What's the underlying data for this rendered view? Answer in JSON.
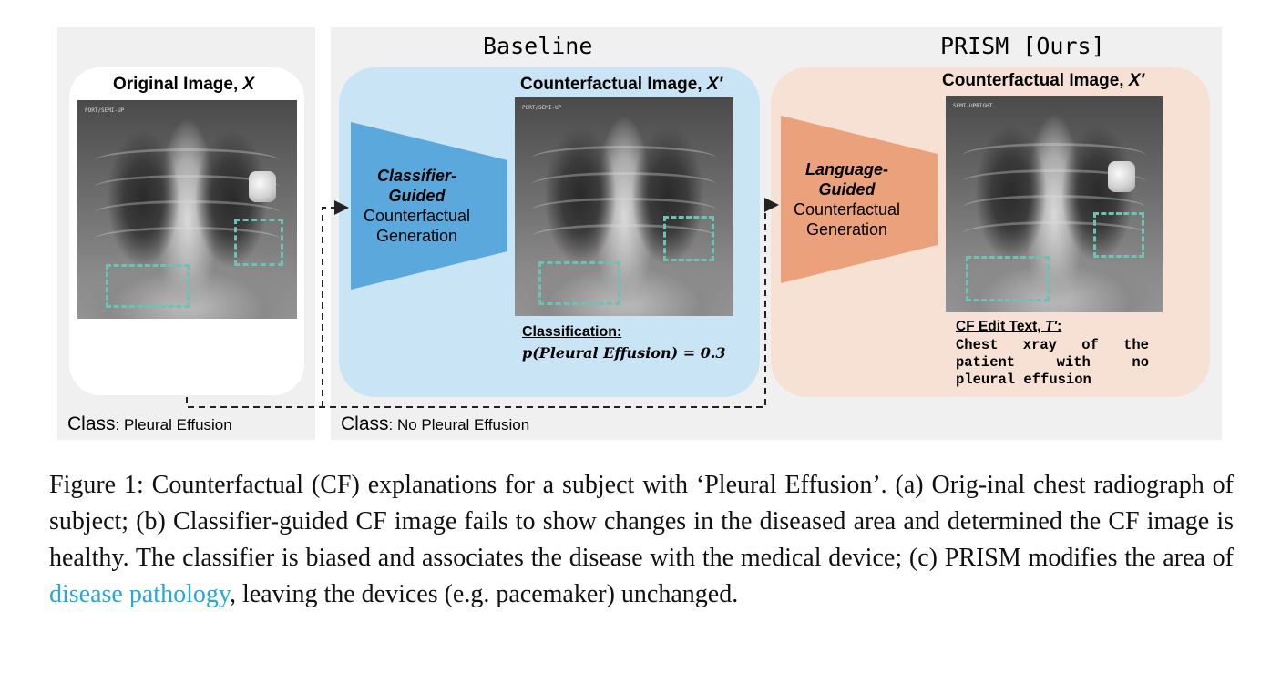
{
  "figure": {
    "headers": {
      "baseline": "Baseline",
      "prism": "PRISM [Ours]"
    },
    "original": {
      "title": "Original Image, ",
      "title_var": "X",
      "class_key": "Class",
      "class_value": ": Pleural Effusion"
    },
    "baseline_panel": {
      "funnel_line1": "Classifier-",
      "funnel_line2": "Guided",
      "funnel_line3": "Counterfactual",
      "funnel_line4": "Generation",
      "image_title": "Counterfactual Image, ",
      "image_var": "X′",
      "classification_label": "Classification:",
      "classification_formula": "p(Pleural Effusion) = 0.3"
    },
    "prism_panel": {
      "funnel_line1": "Language-",
      "funnel_line2": "Guided",
      "funnel_line3": "Counterfactual",
      "funnel_line4": "Generation",
      "image_title": "Counterfactual Image, ",
      "image_var": "X′",
      "edit_label": "CF Edit Text, ",
      "edit_var": "T′",
      "edit_colon": ":",
      "edit_line1": "Chest xray of the",
      "edit_line2": "patient with no",
      "edit_line3": "pleural effusion"
    },
    "cf_class": {
      "class_key": "Class",
      "class_value": ": No Pleural Effusion"
    },
    "xray_tags": {
      "original": "PORT/SEMI-UP",
      "baseline": "PORT/SEMI-UP",
      "prism": "SEMI-UPRIGHT"
    }
  },
  "caption": {
    "part1": "Figure 1: Counterfactual (CF) explanations for a subject with ‘Pleural Effusion’. (a) Orig-inal chest radiograph of subject; (b) Classifier-guided CF image fails to show changes in the diseased area and determined the CF image is healthy. The classifier is biased and associates the disease with the medical device; (c) PRISM modifies the area of ",
    "link": "disease pathology",
    "part2": ", leaving the devices (e.g. pacemaker) unchanged."
  },
  "colors": {
    "panel_gray": "#f0f0f0",
    "baseline_bg": "#c9e4f5",
    "baseline_funnel": "#5aa8dc",
    "prism_bg": "#f7e1d4",
    "prism_funnel": "#eba27c",
    "dashed_box": "#6cc3b3",
    "link": "#2aa7d6"
  }
}
